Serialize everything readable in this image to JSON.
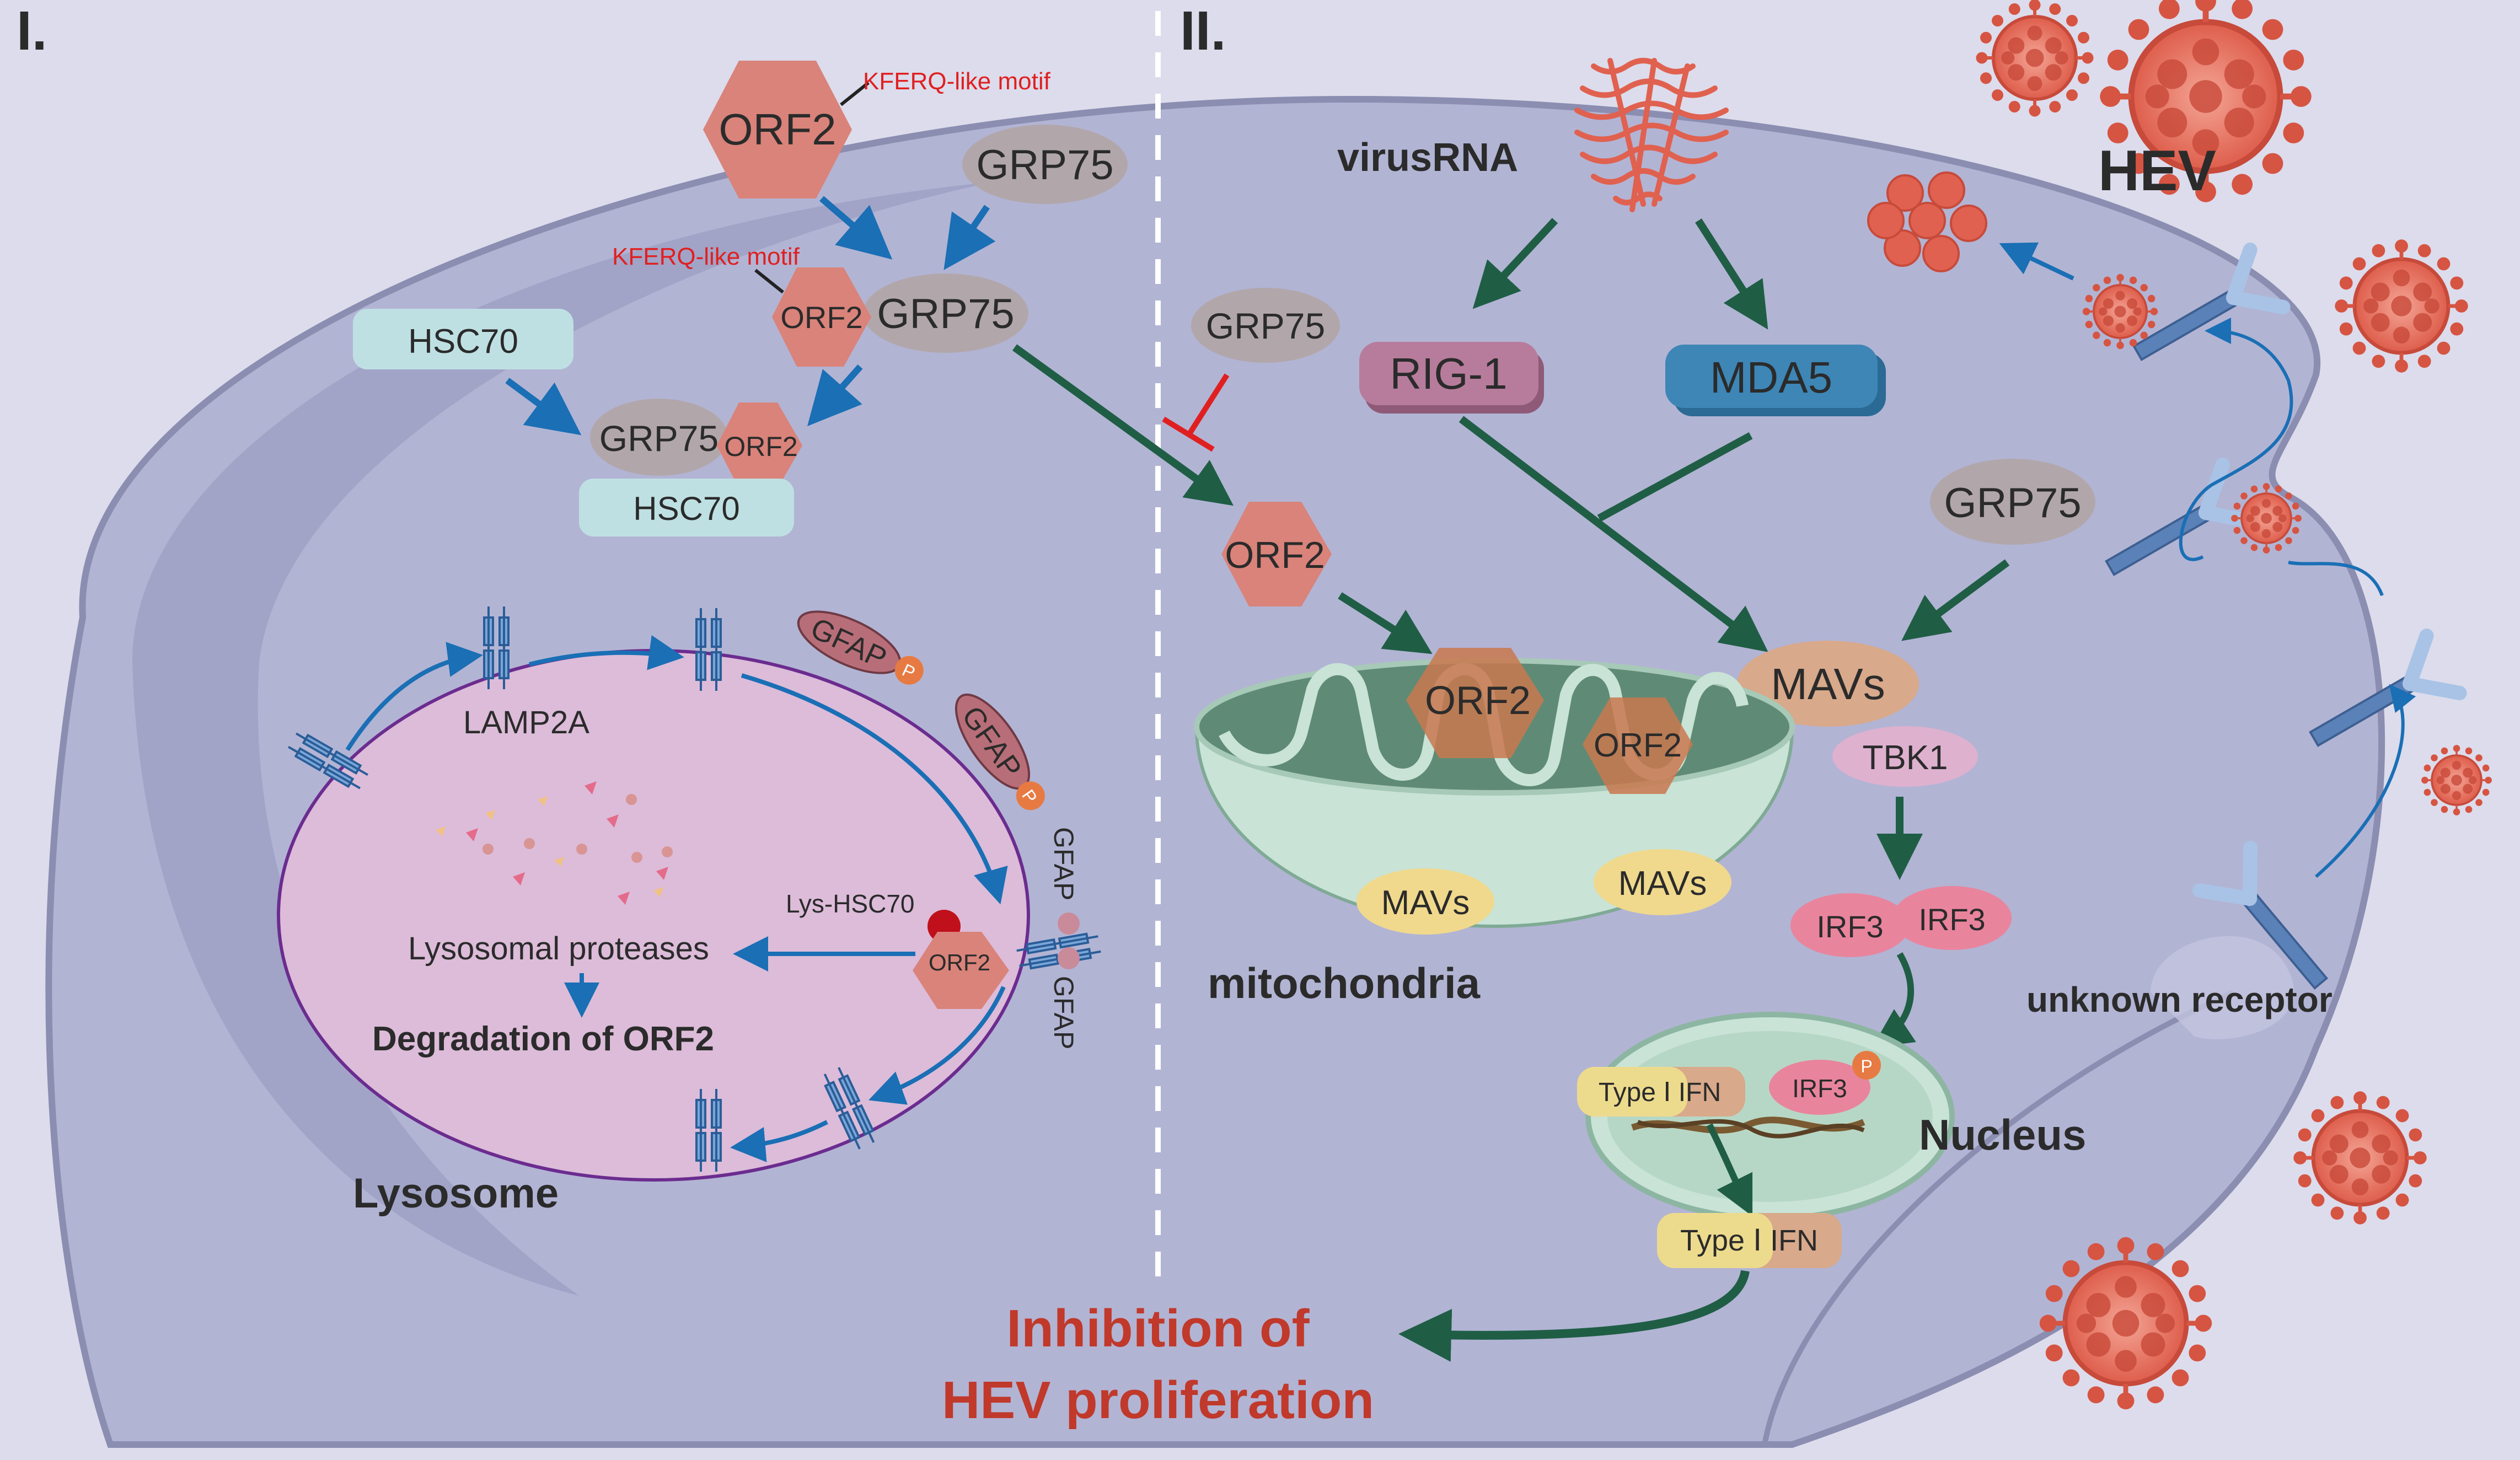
{
  "panels": {
    "left": "I.",
    "right": "II."
  },
  "left": {
    "orf2_top": "ORF2",
    "kferq_top": "KFERQ-like motif",
    "grp75_top": "GRP75",
    "kferq_mid": "KFERQ-like motif",
    "orf2_mid": "ORF2",
    "grp75_mid": "GRP75",
    "hsc70_top": "HSC70",
    "grp75_complex": "GRP75",
    "orf2_complex": "ORF2",
    "hsc70_bottom": "HSC70",
    "lamp2a": "LAMP2A",
    "gfap_labels": [
      "GFAP",
      "GFAP",
      "GFAP",
      "GFAP"
    ],
    "p_badge": "P",
    "lys_hsc70": "Lys-HSC70",
    "orf2_lysosome": "ORF2",
    "lysosomal_proteases": "Lysosomal proteases",
    "degradation": "Degradation of ORF2",
    "lysosome": "Lysosome"
  },
  "right": {
    "virus_rna": "virusRNA",
    "hev": "HEV",
    "grp75_inhib": "GRP75",
    "rig1": "RIG-1",
    "mda5": "MDA5",
    "orf2_free": "ORF2",
    "grp75_right": "GRP75",
    "mavs_main": "MAVs",
    "tbk1": "TBK1",
    "orf2_mito_1": "ORF2",
    "orf2_mito_2": "ORF2",
    "mavs_mito_1": "MAVs",
    "mavs_mito_2": "MAVs",
    "mitochondria": "mitochondria",
    "irf3_1": "IRF3",
    "irf3_2": "IRF3",
    "irf3_nucleus": "IRF3",
    "type1_ifn_nucleus": "Type Ⅰ IFN",
    "nucleus": "Nucleus",
    "type1_ifn_out": "Type Ⅰ IFN",
    "unknown_receptor": "unknown receptor"
  },
  "bottom": {
    "inhibition_line1": "Inhibition of",
    "inhibition_line2": "HEV proliferation"
  },
  "colors": {
    "cell_fill": "#b2b4d4",
    "cell_outer": "#9ea0c6",
    "lysosome_fill": "#dcbcd9",
    "orf2_fill": "#d9837a",
    "grp75_fill": "#b1a7ab",
    "hsc70_fill": "#bfe0e3",
    "rig1_fill": "#b77c9c",
    "mda5_fill": "#3d86b6",
    "mavs_fill": "#d8a98a",
    "tbk1_fill": "#deb1cf",
    "irf3_fill": "#e9849d",
    "mito_fill": "#c9e3d6",
    "mito_inner": "#5f8b76",
    "arrow_blue": "#1a6fb5",
    "arrow_green": "#1f5e45",
    "inhibit_red": "#e02020",
    "virus": "#e0614f",
    "title_red": "#c0392b"
  }
}
